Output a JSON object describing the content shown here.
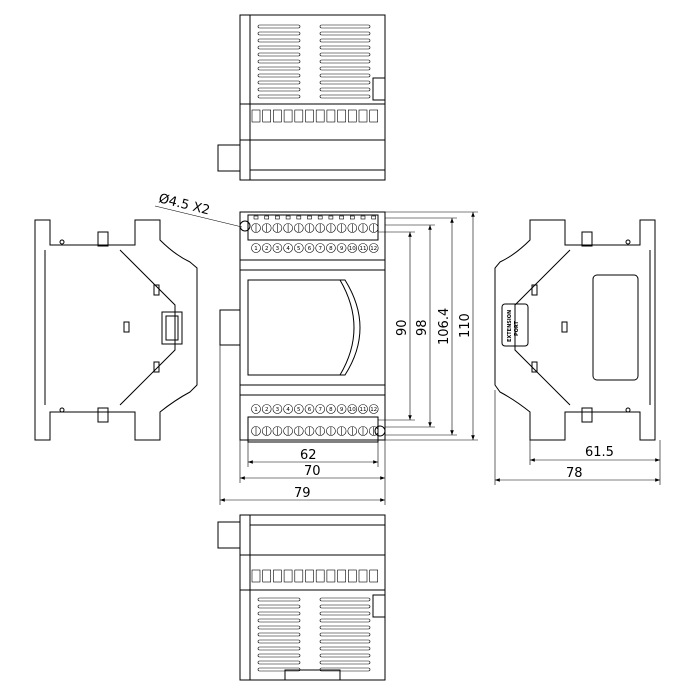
{
  "title": "Expansion module dimension drawing",
  "hole_note": "Ø4.5 X2",
  "terminal_numbers": [
    "1",
    "2",
    "3",
    "4",
    "5",
    "6",
    "7",
    "8",
    "9",
    "10",
    "11",
    "12"
  ],
  "extension_port_label_1": "EXTENSION",
  "extension_port_label_2": "PORT",
  "dimensions": {
    "h90": "90",
    "h98": "98",
    "h106": "106.4",
    "h110": "110",
    "w62": "62",
    "w70": "70",
    "w79": "79",
    "d61": "61.5",
    "d78": "78"
  }
}
